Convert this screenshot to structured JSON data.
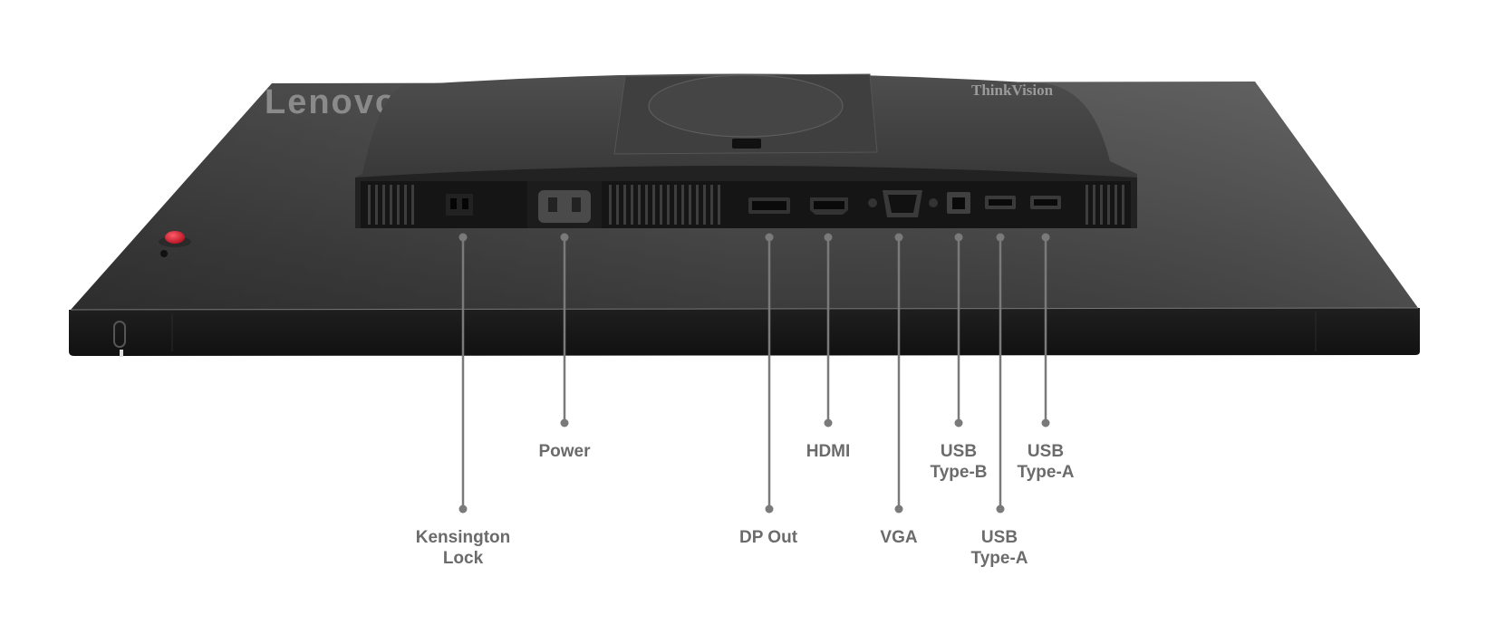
{
  "brand": {
    "panel_logo": "Lenovo",
    "stand_logo": "ThinkVision"
  },
  "colors": {
    "background": "#ffffff",
    "monitor_body": "#3a3a3a",
    "stand_body": "#2b2b2b",
    "joystick": "#d9162b",
    "callout_line": "#7a7a7a",
    "label_text": "#6b6b6b"
  },
  "callouts": [
    {
      "id": "kensington",
      "lines": [
        "Kensington",
        "Lock"
      ]
    },
    {
      "id": "power",
      "lines": [
        "Power"
      ]
    },
    {
      "id": "dp-out",
      "lines": [
        "DP Out"
      ]
    },
    {
      "id": "hdmi",
      "lines": [
        "HDMI"
      ]
    },
    {
      "id": "vga",
      "lines": [
        "VGA"
      ]
    },
    {
      "id": "usb-type-b",
      "lines": [
        "USB",
        "Type-B"
      ]
    },
    {
      "id": "usb-type-a-1",
      "lines": [
        "USB",
        "Type-A"
      ]
    },
    {
      "id": "usb-type-a-2",
      "lines": [
        "USB",
        "Type-A"
      ]
    }
  ]
}
